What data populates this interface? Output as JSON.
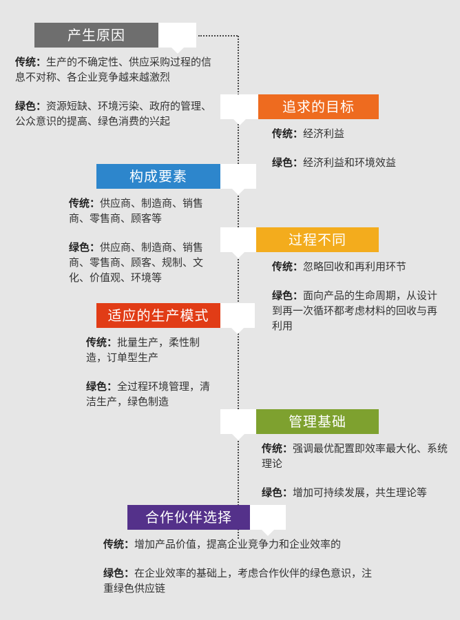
{
  "colors": {
    "background": "#e6e6e6",
    "text": "#333333",
    "section1": "#6e6e6e",
    "section2": "#ee6b1f",
    "section3": "#2d86cc",
    "section4": "#f3ac1d",
    "section5": "#e13c16",
    "section6": "#7ea12f",
    "section7": "#54318a"
  },
  "sections": [
    {
      "title": "产生原因",
      "paragraphs": [
        {
          "tag": "传统：",
          "text": "生产的不确定性、供应采购过程的信息不对称、各企业竞争越来越激烈"
        },
        {
          "tag": "绿色：",
          "text": "资源短缺、环境污染、政府的管理、公众意识的提高、绿色消费的兴起"
        }
      ]
    },
    {
      "title": "追求的目标",
      "paragraphs": [
        {
          "tag": "传统：",
          "text": "经济利益"
        },
        {
          "tag": "绿色：",
          "text": "经济利益和环境效益"
        }
      ]
    },
    {
      "title": "构成要素",
      "paragraphs": [
        {
          "tag": "传统：",
          "text": "供应商、制造商、销售商、零售商、顾客等"
        },
        {
          "tag": "绿色：",
          "text": "供应商、制造商、销售商、零售商、顾客、规制、文化、价值观、环境等"
        }
      ]
    },
    {
      "title": "过程不同",
      "paragraphs": [
        {
          "tag": "传统：",
          "text": "忽略回收和再利用环节"
        },
        {
          "tag": "绿色：",
          "text": "面向产品的生命周期，从设计到再一次循环都考虑材料的回收与再利用"
        }
      ]
    },
    {
      "title": "适应的生产模式",
      "paragraphs": [
        {
          "tag": "传统：",
          "text": "批量生产，柔性制造，订单型生产"
        },
        {
          "tag": "绿色：",
          "text": "全过程环境管理，清洁生产，绿色制造"
        }
      ]
    },
    {
      "title": "管理基础",
      "paragraphs": [
        {
          "tag": "传统：",
          "text": "强调最优配置即效率最大化、系统理论"
        },
        {
          "tag": "绿色：",
          "text": "增加可持续发展，共生理论等"
        }
      ]
    },
    {
      "title": "合作伙伴选择",
      "paragraphs": [
        {
          "tag": "传统：",
          "text": "增加产品价值，提高企业竞争力和企业效率的"
        },
        {
          "tag": "绿色：",
          "text": "在企业效率的基础上，考虑合作伙伴的绿色意识，注重绿色供应链"
        }
      ]
    }
  ]
}
